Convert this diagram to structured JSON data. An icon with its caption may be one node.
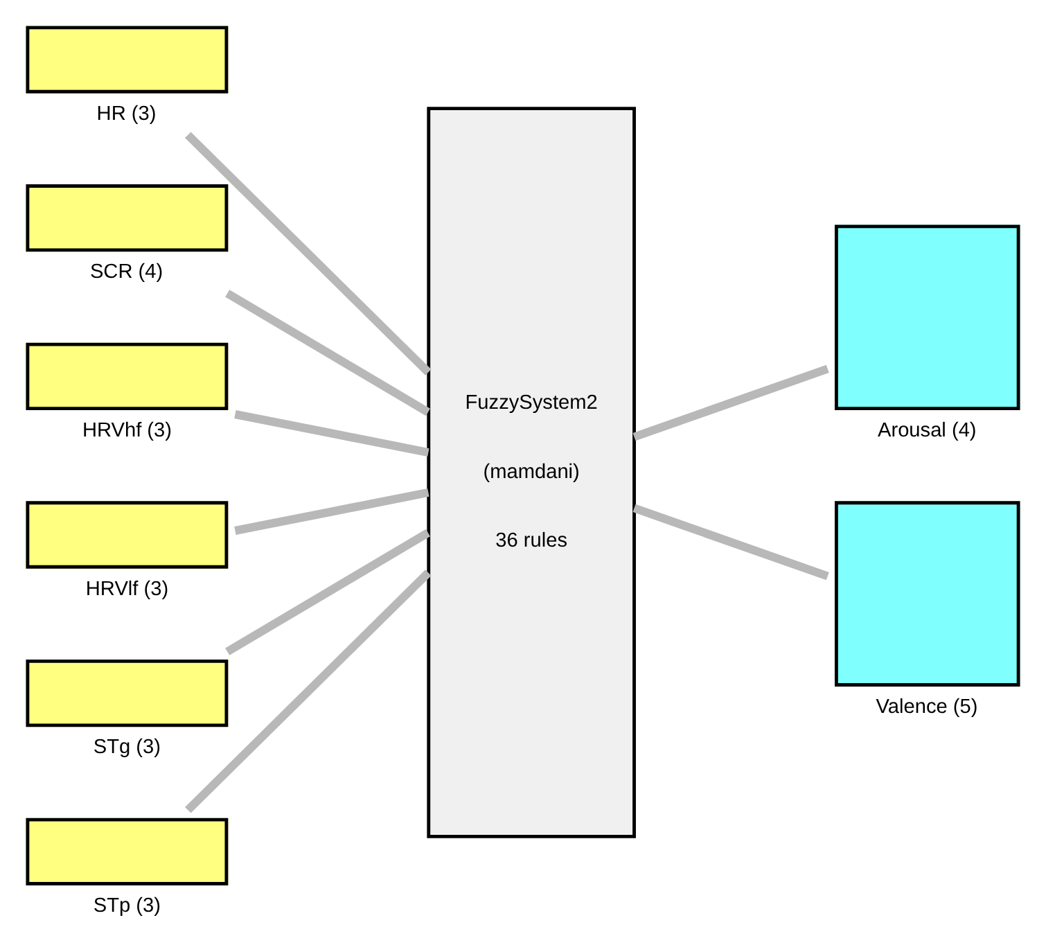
{
  "diagram": {
    "nodes": [
      {
        "text": [
          "HR (3)"
        ]
      },
      {
        "text": [
          "SCR (4)"
        ]
      },
      {
        "text": [
          "HRVhf (3)"
        ]
      },
      {
        "text": [
          "HRVlf (3)"
        ]
      },
      {
        "text": [
          "STg (3)"
        ]
      },
      {
        "text": [
          "STp (3)"
        ]
      },
      {
        "text": [
          "FuzzySystem2",
          "(mamdani)",
          "36 rules"
        ]
      },
      {
        "text": [
          "Arousal (4)"
        ]
      },
      {
        "text": [
          "Valence (5)"
        ]
      }
    ],
    "edges": [
      {
        "from": 0,
        "to": 6,
        "arrow": "none"
      },
      {
        "from": 1,
        "to": 6,
        "arrow": "none"
      },
      {
        "from": 2,
        "to": 6,
        "arrow": "none"
      },
      {
        "from": 3,
        "to": 6,
        "arrow": "none"
      },
      {
        "from": 4,
        "to": 6,
        "arrow": "none"
      },
      {
        "from": 5,
        "to": 6,
        "arrow": "none"
      },
      {
        "from": 6,
        "to": 7,
        "arrow": "none"
      },
      {
        "from": 6,
        "to": 8,
        "arrow": "none"
      }
    ]
  }
}
